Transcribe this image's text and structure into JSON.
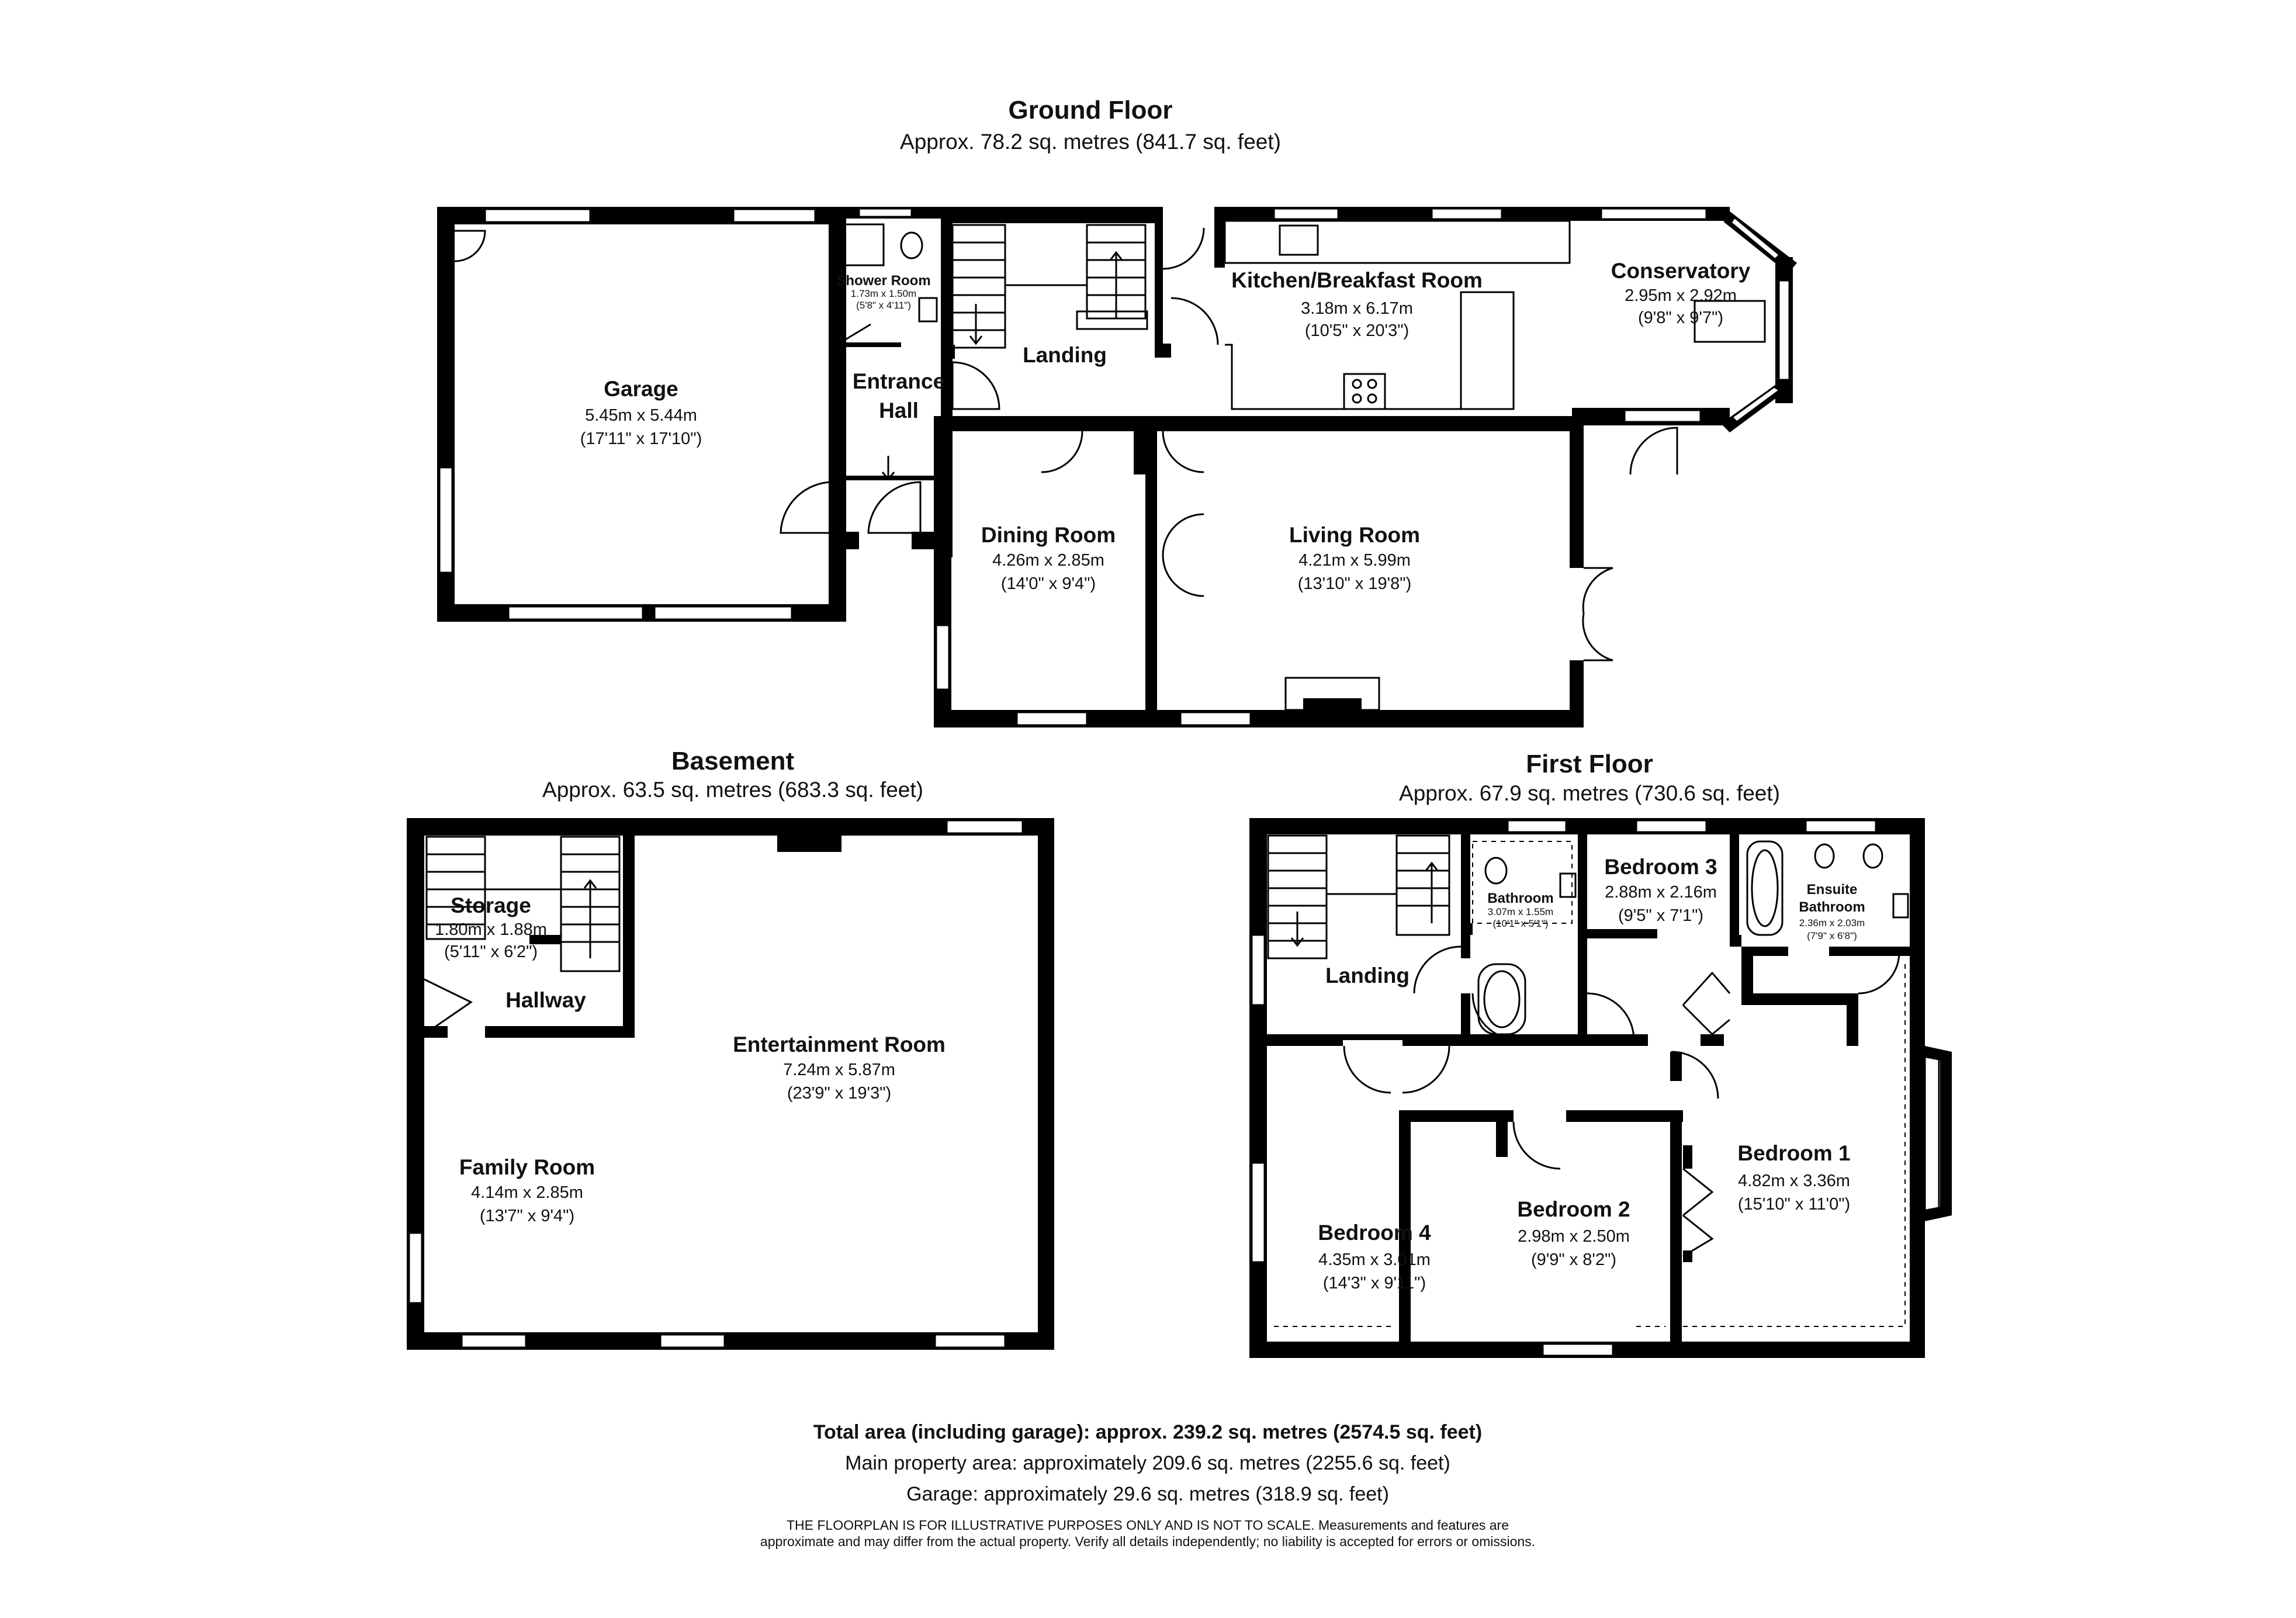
{
  "floors": {
    "ground": {
      "title": "Ground Floor",
      "area": "Approx. 78.2 sq. metres (841.7 sq. feet)",
      "rooms": {
        "garage": {
          "name": "Garage",
          "metric": "5.45m x 5.44m",
          "imperial": "(17'11\" x 17'10\")"
        },
        "shower": {
          "name": "Shower Room",
          "metric": "1.73m x 1.50m",
          "imperial": "(5'8\" x 4'11\")"
        },
        "entrance1": {
          "name": "Entrance"
        },
        "entrance2": {
          "name": "Hall"
        },
        "landing": {
          "name": "Landing"
        },
        "kitchen": {
          "name": "Kitchen/Breakfast Room",
          "metric": "3.18m x 6.17m",
          "imperial": "(10'5\" x 20'3\")"
        },
        "conservatory": {
          "name": "Conservatory",
          "metric": "2.95m x 2.92m",
          "imperial": "(9'8\" x 9'7\")"
        },
        "dining": {
          "name": "Dining Room",
          "metric": "4.26m x 2.85m",
          "imperial": "(14'0\" x 9'4\")"
        },
        "living": {
          "name": "Living Room",
          "metric": "4.21m x 5.99m",
          "imperial": "(13'10\" x 19'8\")"
        }
      }
    },
    "basement": {
      "title": "Basement",
      "area": "Approx. 63.5 sq. metres (683.3 sq. feet)",
      "rooms": {
        "storage": {
          "name": "Storage",
          "metric": "1.80m x 1.88m",
          "imperial": "(5'11\" x 6'2\")"
        },
        "hallway": {
          "name": "Hallway"
        },
        "entertainment": {
          "name": "Entertainment Room",
          "metric": "7.24m x 5.87m",
          "imperial": "(23'9\" x 19'3\")"
        },
        "family": {
          "name": "Family Room",
          "metric": "4.14m x 2.85m",
          "imperial": "(13'7\" x 9'4\")"
        }
      }
    },
    "first": {
      "title": "First Floor",
      "area": "Approx. 67.9 sq. metres (730.6 sq. feet)",
      "rooms": {
        "landing": {
          "name": "Landing"
        },
        "bathroom": {
          "name": "Bathroom",
          "metric": "3.07m x 1.55m",
          "imperial": "(10'1\" x 5'1\")"
        },
        "bedroom3": {
          "name": "Bedroom 3",
          "metric": "2.88m x 2.16m",
          "imperial": "(9'5\" x 7'1\")"
        },
        "ensuite1": {
          "name": "Ensuite"
        },
        "ensuite2": {
          "name": "Bathroom",
          "metric": "2.36m x 2.03m",
          "imperial": "(7'9\" x 6'8\")"
        },
        "bedroom1": {
          "name": "Bedroom 1",
          "metric": "4.82m x 3.36m",
          "imperial": "(15'10\" x 11'0\")"
        },
        "bedroom4": {
          "name": "Bedroom 4",
          "metric": "4.35m x 3.01m",
          "imperial": "(14'3\" x 9'11\")"
        },
        "bedroom2": {
          "name": "Bedroom 2",
          "metric": "2.98m x 2.50m",
          "imperial": "(9'9\" x 8'2\")"
        }
      }
    }
  },
  "footer": {
    "total": "Total area (including garage): approx. 239.2 sq. metres (2574.5 sq. feet)",
    "main": "Main property area: approximately 209.6 sq. metres (2255.6 sq. feet)",
    "garage": "Garage: approximately 29.6 sq. metres (318.9 sq. feet)",
    "disclaimer1": "THE FLOORPLAN IS FOR ILLUSTRATIVE PURPOSES ONLY AND IS NOT TO SCALE. Measurements and features are",
    "disclaimer2": "approximate and may differ from the actual property. Verify all details independently; no liability is accepted for errors or omissions."
  }
}
